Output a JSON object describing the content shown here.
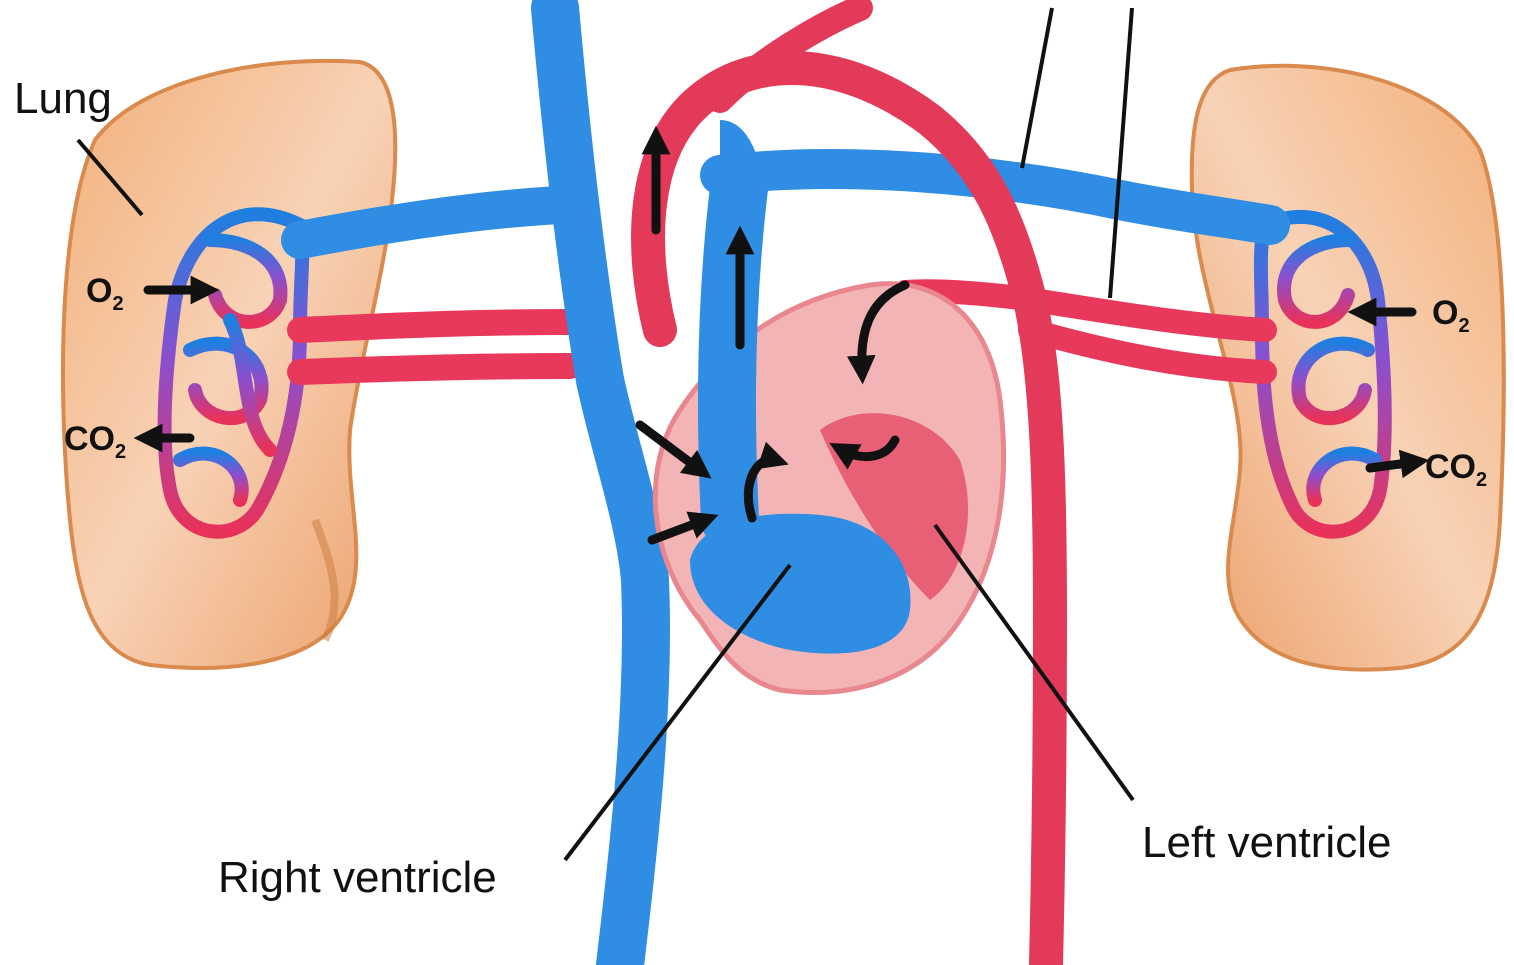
{
  "labels": {
    "lung": "Lung",
    "right_ventricle": "Right ventricle",
    "left_ventricle": "Left ventricle",
    "o2_left": {
      "base": "O",
      "sub": "2"
    },
    "co2_left": {
      "base": "CO",
      "sub": "2"
    },
    "o2_right": {
      "base": "O",
      "sub": "2"
    },
    "co2_right": {
      "base": "CO",
      "sub": "2"
    }
  },
  "colors": {
    "deoxygenated_blue": "#2f8de4",
    "oxygenated_red": "#e33a5a",
    "lung_tissue": "#f5c9a5",
    "lung_edge": "#e59a5c",
    "heart_wall": "#f0a0a8",
    "arrow": "#111111"
  }
}
